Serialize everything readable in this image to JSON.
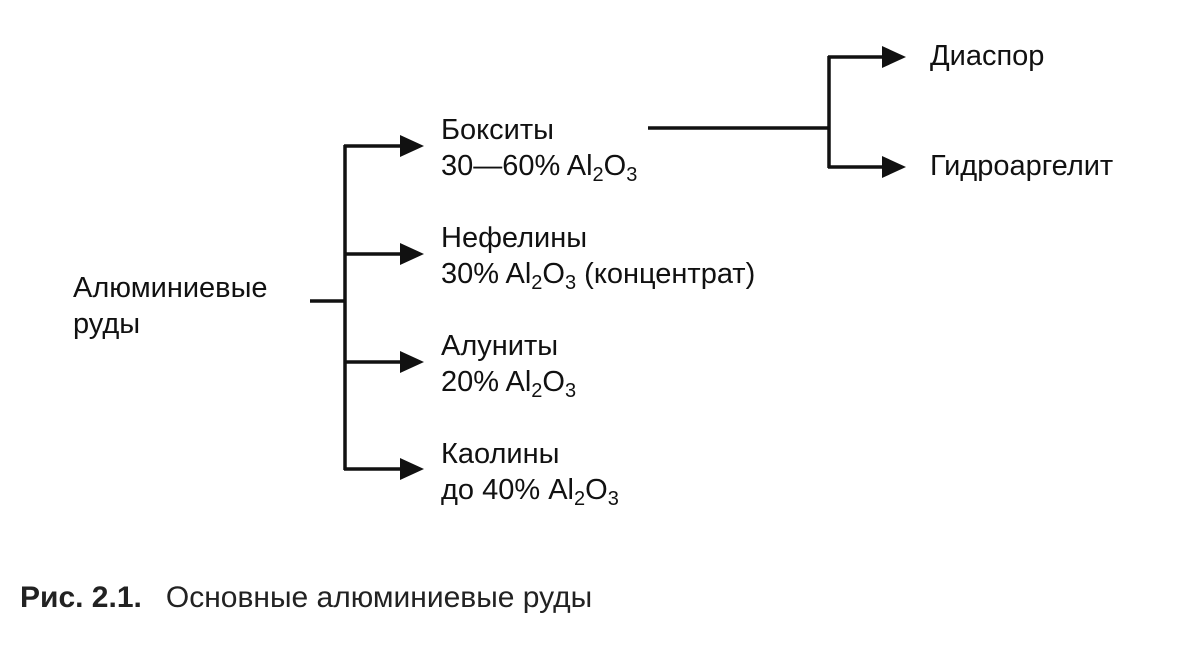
{
  "root": {
    "line1": "Алюминиевые",
    "line2": "руды"
  },
  "branches": [
    {
      "name": "Бокситы",
      "pre": "30—60% Al",
      "mid": "O",
      "post": ""
    },
    {
      "name": "Нефелины",
      "pre": "30% Al",
      "mid": "O",
      "post": " (концентрат)"
    },
    {
      "name": "Алуниты",
      "pre": "20% Al",
      "mid": "O",
      "post": ""
    },
    {
      "name": "Каолины",
      "pre": "до 40% Al",
      "mid": "O",
      "post": ""
    }
  ],
  "formula_subscripts": {
    "al": "2",
    "o": "3"
  },
  "bauxite_children": [
    "Диаспор",
    "Гидроаргелит"
  ],
  "caption": {
    "label": "Рис. 2.1.",
    "text": "Основные алюминиевые руды"
  }
}
